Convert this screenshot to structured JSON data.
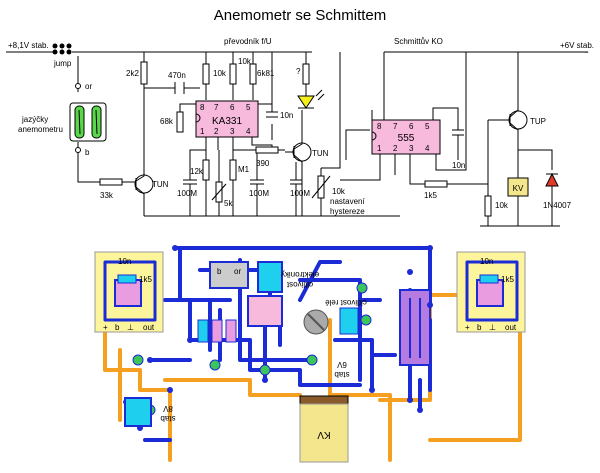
{
  "title": "Anemometr se Schmittem",
  "schematic": {
    "supply_left": "+8,1V stab.",
    "supply_right": "+6V stab.",
    "jumper": "jump",
    "or_label": "or",
    "b_label": "b",
    "sensor_line1": "jazýčky",
    "sensor_line2": "anemometru",
    "converter_label": "převodník f/U",
    "schmitt_label": "Schmittův KO",
    "ic_converter": "KA331",
    "ic_timer": "555",
    "transistor_npn": "TUN",
    "transistor_pnp": "TUP",
    "relay": "KV",
    "diode": "1N4007",
    "unknown_resistor": "?",
    "hysteresis_line1": "nastavení",
    "hysteresis_line2": "hystereze",
    "pins_top": [
      "8",
      "7",
      "6",
      "5"
    ],
    "pins_bottom": [
      "1",
      "2",
      "3",
      "4"
    ],
    "components": {
      "r_2k2": "2k2",
      "c_470n": "470n",
      "r_10k_a": "10k",
      "r_10k_b": "10k",
      "r_6k81": "6k81",
      "r_68k": "68k",
      "c_10n_a": "10n",
      "r_12k": "12k",
      "r_m1": "M1",
      "r_390": "390",
      "c_100m_a": "100M",
      "p_5k": "5k",
      "c_100m_b": "100M",
      "c_100m_c": "100M",
      "p_10k": "10k",
      "r_33k": "33k",
      "r_1k5": "1k5",
      "c_10n_b": "10n",
      "r_10k_c": "10k"
    }
  },
  "pcb": {
    "module_left": {
      "top": "10n",
      "side": "1k5",
      "plus": "+",
      "b": "b",
      "gnd": "⊥",
      "out": "out"
    },
    "module_right": {
      "top": "10n",
      "side": "1k5",
      "plus": "+",
      "b": "b",
      "gnd": "⊥",
      "out": "out"
    },
    "b_pad": "b",
    "or_pad": "or",
    "sensitivity_line1": "citlivost",
    "sensitivity_line2": "elektroniky",
    "relay_sensitivity": "citlivost relé",
    "stab_6v_line1": "stab",
    "stab_6v_line2": "6V",
    "stab_8v_line1": "stab",
    "stab_8v_line2": "8V",
    "relay": "KV"
  },
  "colors": {
    "pcb_trace": "#1b2bd6",
    "pcb_wire": "#f5a021",
    "pcb_module": "#fdf59b",
    "ic_body": "#f7b9dc",
    "led": "#f5ee1a",
    "relay_body": "#f3e68c",
    "capacitor": "#3cc55a",
    "cyan_part": "#1ecfee",
    "violet_part": "#b57be0",
    "grey_part": "#cccccc",
    "sensor": "#5ad64a"
  }
}
